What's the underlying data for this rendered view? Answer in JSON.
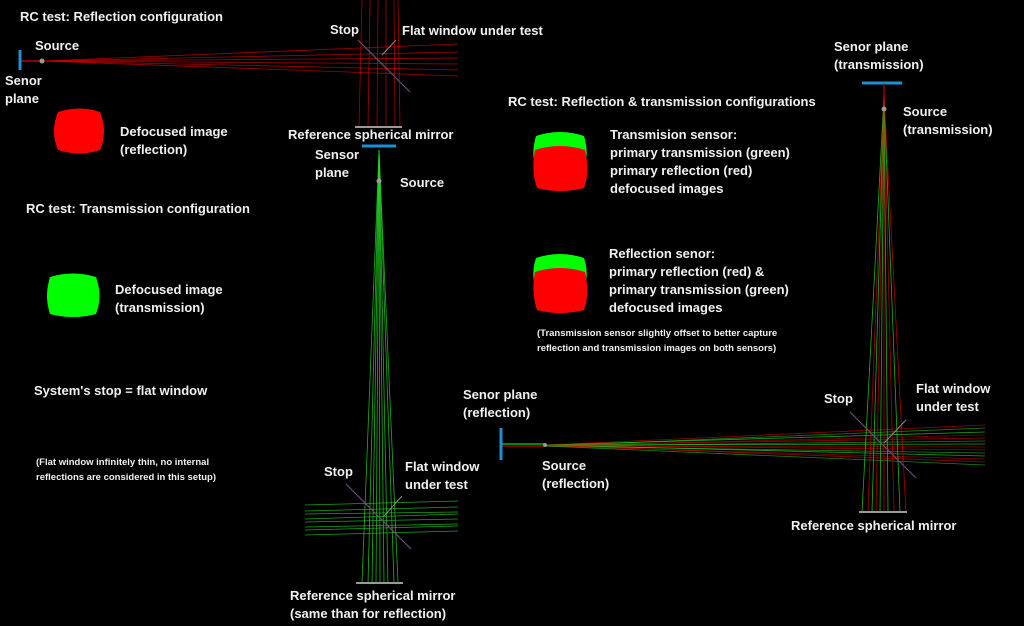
{
  "colors": {
    "background": "#000000",
    "reflection_ray": "#d00000",
    "transmission_ray": "#22dd22",
    "sensor": "#1e90d6",
    "mirror": "#9a9a9a",
    "window": "#6a4a7a",
    "spot_red": "#ff0000",
    "spot_green": "#00ff00",
    "text": "#f0f0f0"
  },
  "reflection_config": {
    "title": "RC test: Reflection configuration",
    "source_label": "Source",
    "sensor_label_line1": "Senor",
    "sensor_label_line2": "plane",
    "stop_label": "Stop",
    "window_label": "Flat window under test",
    "mirror_label": "Reference spherical mirror",
    "spot_label_line1": "Defocused image",
    "spot_label_line2": "(reflection)"
  },
  "transmission_config": {
    "title": "RC test: Transmission configuration",
    "sensor_label_line1": "Sensor",
    "sensor_label_line2": "plane",
    "source_label": "Source",
    "stop_label": "Stop",
    "window_label_line1": "Flat window",
    "window_label_line2": "under test",
    "mirror_label_line1": "Reference spherical mirror",
    "mirror_label_line2": "(same than for reflection)",
    "spot_label_line1": "Defocused image",
    "spot_label_line2": "(transmission)"
  },
  "notes": {
    "stop_note": "System's stop = flat window",
    "thin_note_line1": "(Flat window infinitely thin, no internal",
    "thin_note_line2": "reflections are considered in this setup)"
  },
  "combined_config": {
    "title": "RC test: Reflection & transmission configurations",
    "trans_sensor_block": {
      "line1": "Transmision sensor:",
      "line2": "primary transmission (green)",
      "line3": "primary reflection (red)",
      "line4": "defocused images"
    },
    "refl_sensor_block": {
      "line1": "Reflection senor:",
      "line2": "primary reflection (red) &",
      "line3": "primary transmission (green)",
      "line4": "defocused images"
    },
    "offset_note_line1": "(Transmission sensor slightly offset to better capture",
    "offset_note_line2": "reflection and transmission images on both sensors)",
    "trans_sensor_label_line1": "Senor plane",
    "trans_sensor_label_line2": "(transmission)",
    "trans_source_label_line1": "Source",
    "trans_source_label_line2": "(transmission)",
    "refl_sensor_label_line1": "Senor plane",
    "refl_sensor_label_line2": "(reflection)",
    "refl_source_label_line1": "Source",
    "refl_source_label_line2": "(reflection)",
    "stop_label": "Stop",
    "window_label_line1": "Flat window",
    "window_label_line2": "under test",
    "mirror_label": "Reference spherical mirror"
  }
}
